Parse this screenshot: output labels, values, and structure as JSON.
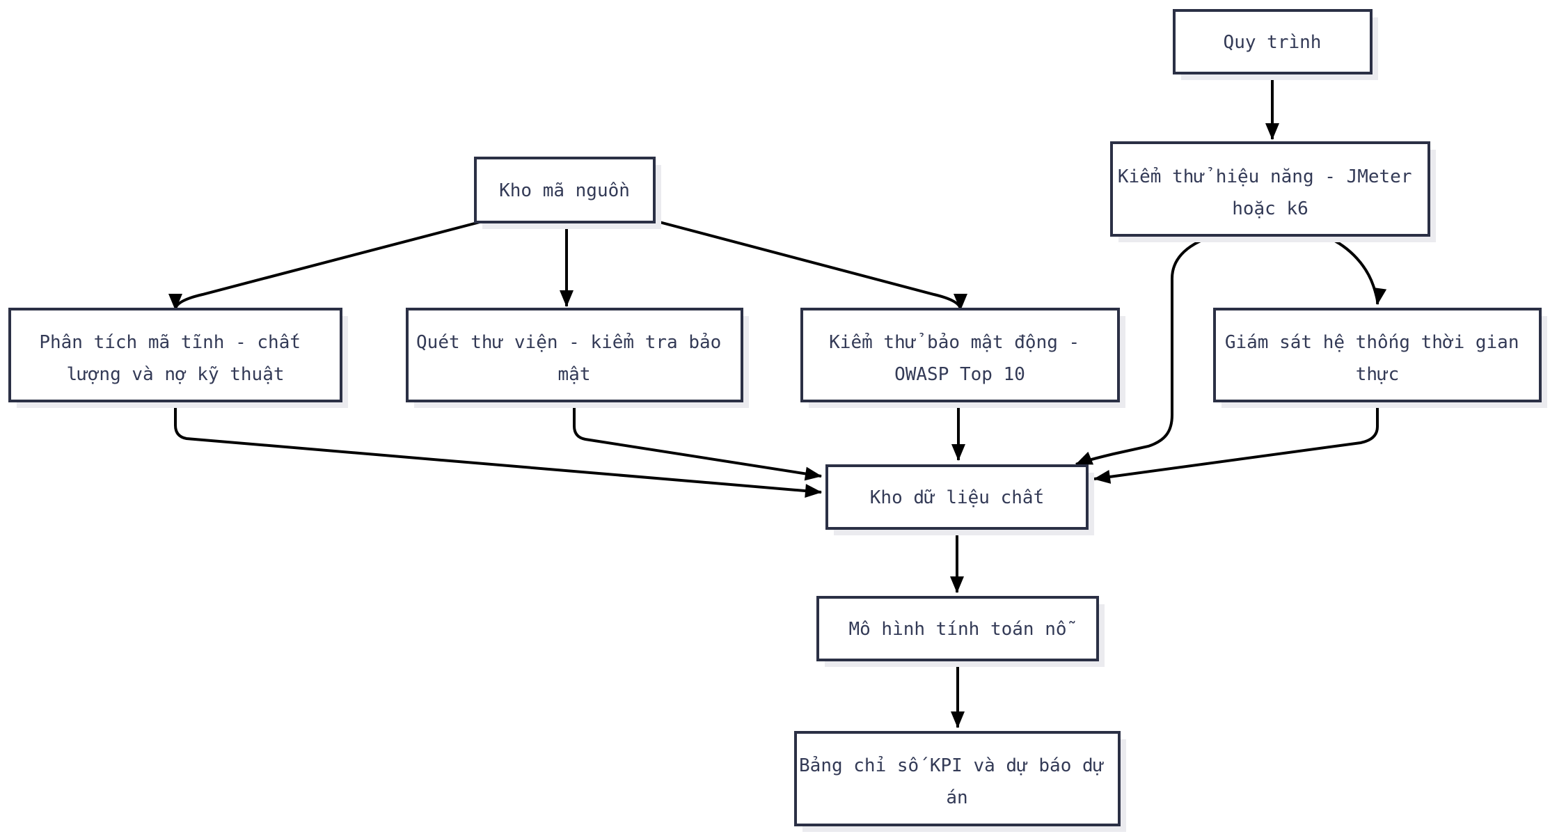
{
  "diagram": {
    "type": "flowchart",
    "direction": "top-down",
    "background": "#ffffff",
    "colors": {
      "node_fill": "#ffffff",
      "node_border": "#2b3045",
      "node_shadow": "#ebebef",
      "label_text": "#333a56",
      "edge_line": "#000000",
      "arrowhead": "#000000"
    },
    "nodes": {
      "quy_trinh": {
        "label": "Quy trình",
        "lines": [
          "Quy trình"
        ]
      },
      "kiem_thu_hieu_nang": {
        "label": "Kiểm thử hiệu năng - JMeter hoặc k6",
        "lines": [
          "Kiểm thử hiệu năng - JMeter",
          "hoặc k6"
        ]
      },
      "kho_ma_nguon": {
        "label": "Kho mã nguồn",
        "lines": [
          "Kho mã nguồn"
        ]
      },
      "phan_tich_ma_tinh": {
        "label": "Phân tích mã tĩnh - chất lượng và nợ kỹ thuật",
        "lines": [
          "Phân tích mã tĩnh - chất",
          "lượng và nợ kỹ thuật"
        ]
      },
      "quet_thu_vien": {
        "label": "Quét thư viện - kiểm tra bảo mật",
        "lines": [
          "Quét thư viện - kiểm tra bảo",
          "mật"
        ]
      },
      "kiem_thu_bao_mat": {
        "label": "Kiểm thử bảo mật động - OWASP Top 10",
        "lines": [
          "Kiểm thử bảo mật động -",
          "OWASP Top 10"
        ]
      },
      "giam_sat": {
        "label": "Giám sát hệ thống thời gian thực",
        "lines": [
          "Giám sát hệ thống thời gian",
          "thực"
        ]
      },
      "kho_du_lieu": {
        "label": "Kho dữ liệu chất",
        "lines": [
          "Kho dữ liệu chất"
        ]
      },
      "mo_hinh": {
        "label": "Mô hình tính toán nỗ",
        "lines": [
          "Mô hình tính toán nỗ"
        ]
      },
      "bang_chi_so": {
        "label": "Bảng chỉ số KPI và dự báo dự án",
        "lines": [
          "Bảng chỉ số KPI và dự báo dự",
          "án"
        ]
      }
    },
    "edges": [
      {
        "from": "quy_trinh",
        "to": "kiem_thu_hieu_nang"
      },
      {
        "from": "kho_ma_nguon",
        "to": "phan_tich_ma_tinh"
      },
      {
        "from": "kho_ma_nguon",
        "to": "quet_thu_vien"
      },
      {
        "from": "kho_ma_nguon",
        "to": "kiem_thu_bao_mat"
      },
      {
        "from": "kiem_thu_hieu_nang",
        "to": "kho_du_lieu"
      },
      {
        "from": "kiem_thu_hieu_nang",
        "to": "giam_sat"
      },
      {
        "from": "phan_tich_ma_tinh",
        "to": "kho_du_lieu"
      },
      {
        "from": "quet_thu_vien",
        "to": "kho_du_lieu"
      },
      {
        "from": "kiem_thu_bao_mat",
        "to": "kho_du_lieu"
      },
      {
        "from": "giam_sat",
        "to": "kho_du_lieu"
      },
      {
        "from": "kho_du_lieu",
        "to": "mo_hinh"
      },
      {
        "from": "mo_hinh",
        "to": "bang_chi_so"
      }
    ]
  }
}
